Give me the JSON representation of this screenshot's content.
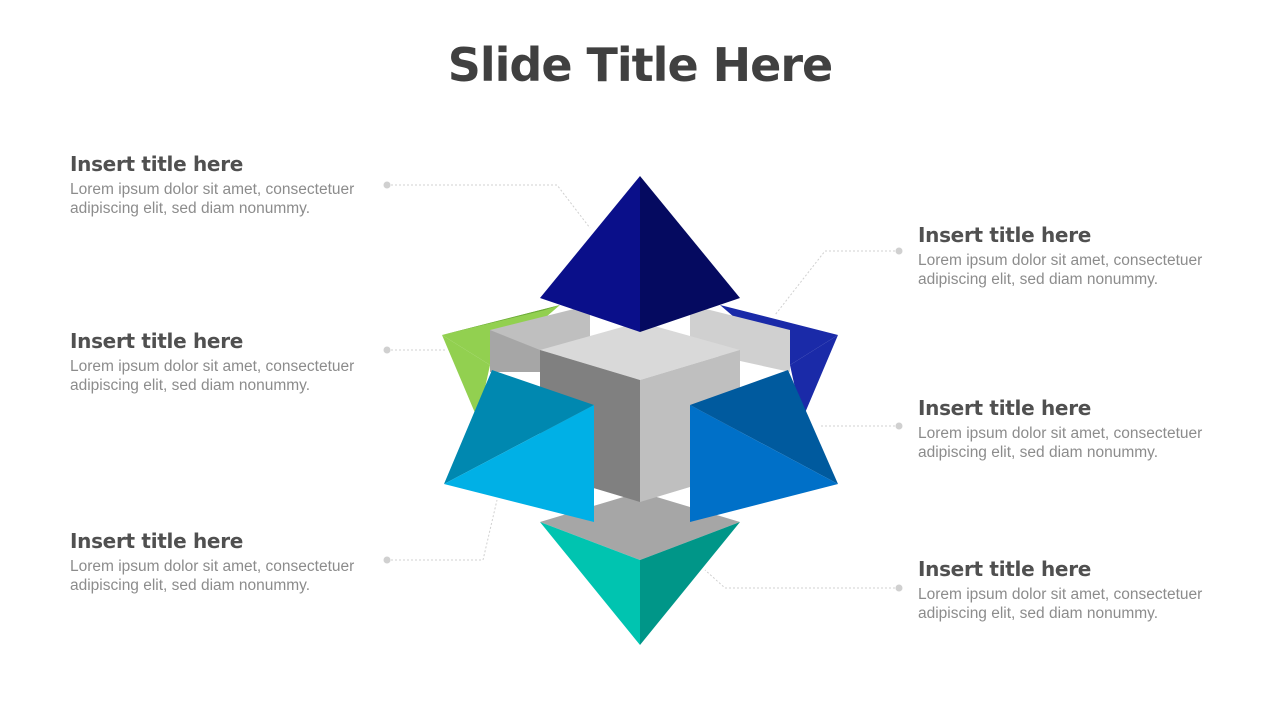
{
  "slide": {
    "title": "Slide Title Here"
  },
  "callouts": [
    {
      "id": "top-left",
      "title": "Insert title here",
      "body": "Lorem ipsum dolor sit amet, consectetuer adipiscing elit, sed diam nonummy."
    },
    {
      "id": "middle-left",
      "title": "Insert title here",
      "body": "Lorem ipsum dolor sit amet, consectetuer adipiscing elit, sed diam nonummy."
    },
    {
      "id": "bottom-left",
      "title": "Insert title here",
      "body": "Lorem ipsum dolor sit amet, consectetuer adipiscing elit, sed diam nonummy."
    },
    {
      "id": "top-right",
      "title": "Insert title here",
      "body": "Lorem ipsum dolor sit amet, consectetuer adipiscing elit, sed diam nonummy."
    },
    {
      "id": "middle-right",
      "title": "Insert title here",
      "body": "Lorem ipsum dolor sit amet, consectetuer adipiscing elit, sed diam nonummy."
    },
    {
      "id": "bottom-right",
      "title": "Insert title here",
      "body": "Lorem ipsum dolor sit amet, consectetuer adipiscing elit, sed diam nonummy."
    }
  ],
  "colors": {
    "title_text": "#404040",
    "callout_title": "#505050",
    "callout_body": "#8c8c8c",
    "connector": "#d0d0d0",
    "cube_light": "#d9d9d9",
    "cube_mid": "#bfbfbf",
    "cube_dark": "#808080",
    "top_pyramid": [
      "#0a0f8a",
      "#050a60"
    ],
    "left_back_pyramid": "#92d050",
    "right_back_pyramid": "#1a2aa8",
    "left_front_pyramid": [
      "#00b0e6",
      "#0088b0"
    ],
    "right_front_pyramid": [
      "#0070c8",
      "#005a9e"
    ],
    "bottom_pyramid": [
      "#00c4b0",
      "#009688"
    ]
  }
}
